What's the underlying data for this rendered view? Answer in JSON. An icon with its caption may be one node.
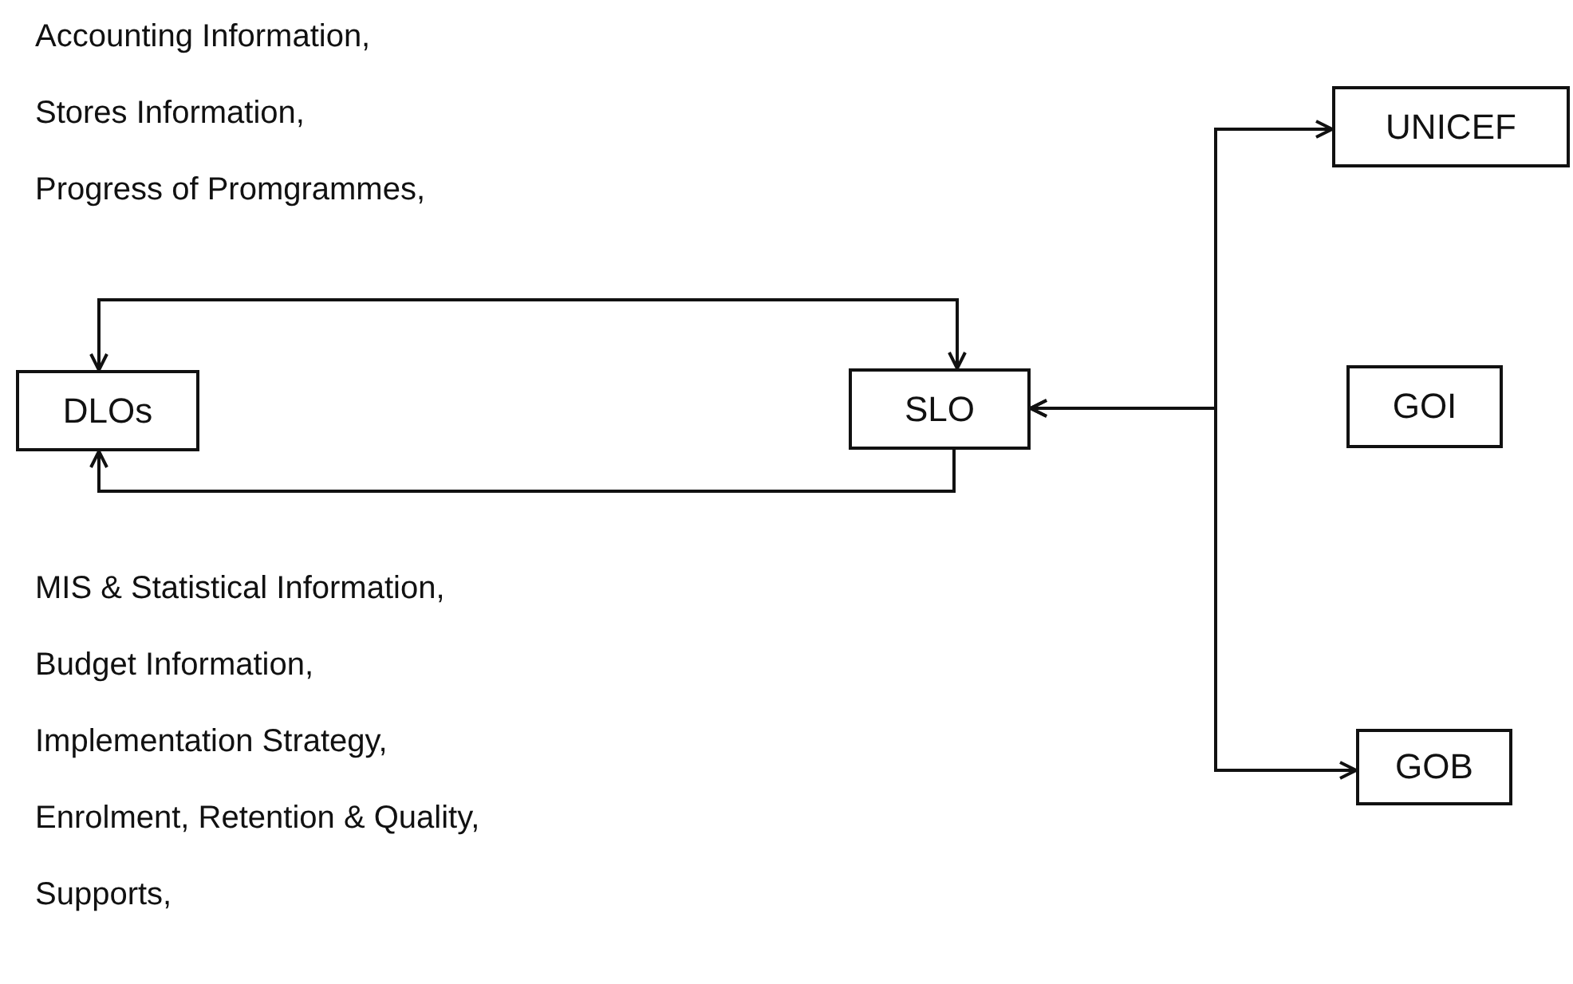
{
  "diagram": {
    "nodes": [
      {
        "text": [
          "DLOs"
        ]
      },
      {
        "text": [
          "SLO"
        ]
      },
      {
        "text": [
          "UNICEF"
        ]
      },
      {
        "text": [
          "GOI"
        ]
      },
      {
        "text": [
          "GOB"
        ]
      }
    ],
    "edges": [
      {
        "from": 0,
        "to": 1,
        "arrow": "both"
      },
      {
        "from": 1,
        "to": 0,
        "arrow": "to"
      },
      {
        "from": 1,
        "to": 2,
        "arrow": "both"
      },
      {
        "from": 1,
        "to": 4,
        "arrow": "both"
      }
    ],
    "labels": [
      "Accounting Information,",
      "Stores Information,",
      "Progress of Promgrammes,",
      "MIS & Statistical Information,",
      "Budget Information,",
      "Implementation Strategy,",
      "Enrolment, Retention & Quality,",
      "Supports,"
    ]
  }
}
